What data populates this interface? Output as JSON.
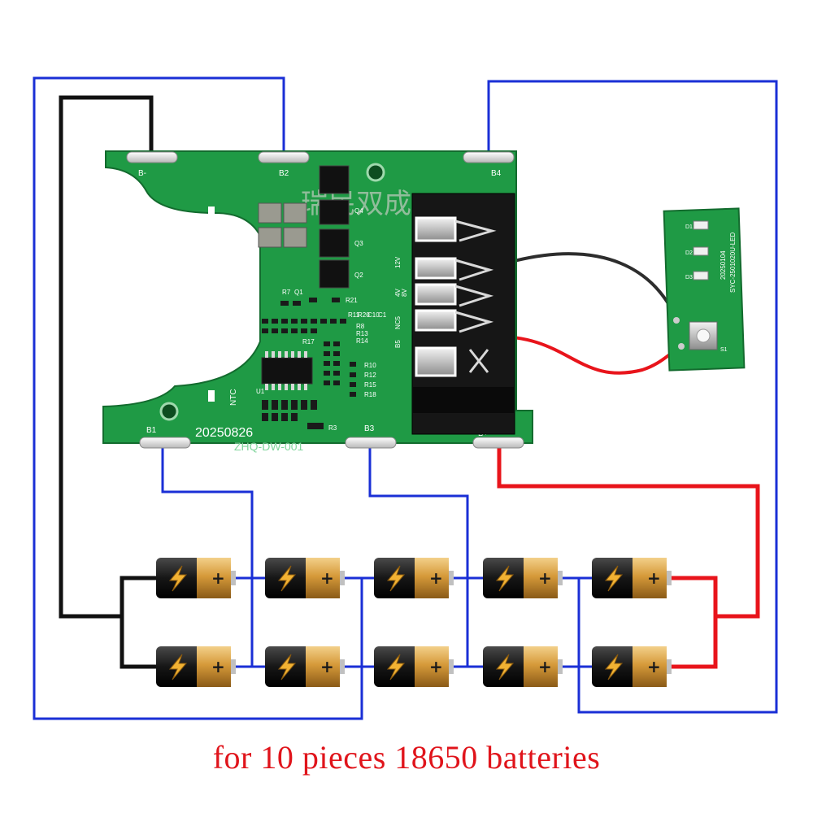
{
  "caption": "for 10 pieces 18650 batteries",
  "watermark": "瑞民双成",
  "bms_board": {
    "date_code": "20250826",
    "model": "ZHQ-DW-001",
    "pads": {
      "b_minus": "B-",
      "b1": "B1",
      "b2": "B2",
      "b3": "B3",
      "b4": "B4",
      "b_plus": "B+"
    },
    "ntc_label": "NTC",
    "pin_labels": [
      "12V",
      "4V",
      "8V",
      "NC5",
      "B5"
    ],
    "component_labels": [
      "Q4",
      "Q3",
      "Q2",
      "Q1",
      "R7",
      "R21",
      "R11",
      "R20",
      "C10",
      "C1",
      "R8",
      "R13",
      "R14",
      "R10",
      "R12",
      "R15",
      "R18",
      "R17",
      "R3",
      "U1"
    ]
  },
  "led_board": {
    "code": "20250104",
    "model": "SYC-2501020U-LED",
    "leds": [
      "D1",
      "D2",
      "D3"
    ],
    "switch": "S1"
  },
  "battery_icon": {
    "plus": "+",
    "minus": "-"
  },
  "batteries": {
    "rows": 2,
    "per_row": 5,
    "total": 10
  },
  "colors": {
    "wire_blue": "#1a2fd6",
    "wire_black": "#111111",
    "wire_red": "#e8141b",
    "pcb_green": "#1f9a45",
    "battery_gold": "#d69a3a",
    "caption_red": "#e0141b"
  }
}
